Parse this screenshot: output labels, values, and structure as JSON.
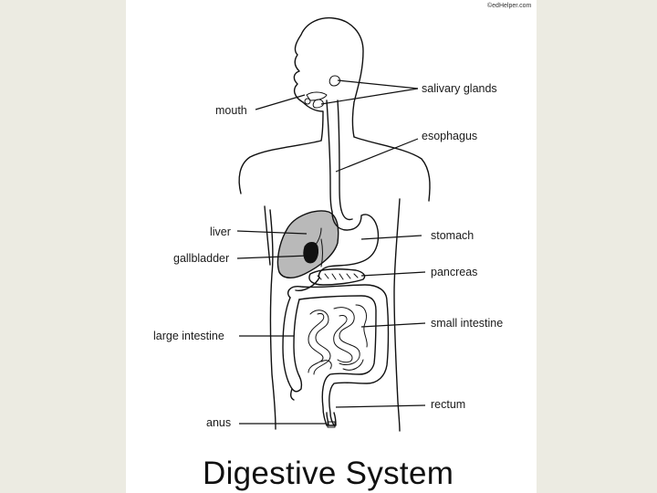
{
  "credit": "©edHelper.com",
  "title": "Digestive System",
  "labels": {
    "salivary_glands": "salivary glands",
    "mouth": "mouth",
    "esophagus": "esophagus",
    "liver": "liver",
    "stomach": "stomach",
    "gallbladder": "gallbladder",
    "pancreas": "pancreas",
    "small_intestine": "small intestine",
    "large_intestine": "large intestine",
    "rectum": "rectum",
    "anus": "anus"
  },
  "colors": {
    "liver_fill": "#b9b9b9",
    "gallbladder_fill": "#111111",
    "background": "#ecebe2",
    "sheet": "#ffffff"
  }
}
